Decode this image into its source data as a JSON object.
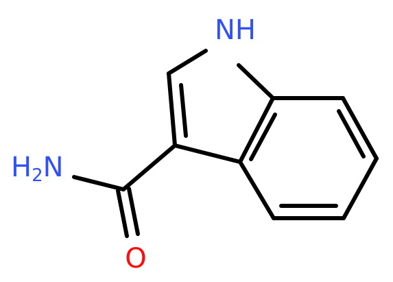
{
  "molecule": {
    "atoms": {
      "n1": {
        "symbol": "N",
        "hydrogen": "H",
        "color": "#3050F8"
      },
      "nh2": {
        "symbol": "N",
        "hydrogen": "H",
        "hydrogen_count": "2",
        "color": "#3050F8"
      },
      "o": {
        "symbol": "O",
        "color": "#FF0D0D"
      }
    },
    "bond_color": "#000000"
  }
}
